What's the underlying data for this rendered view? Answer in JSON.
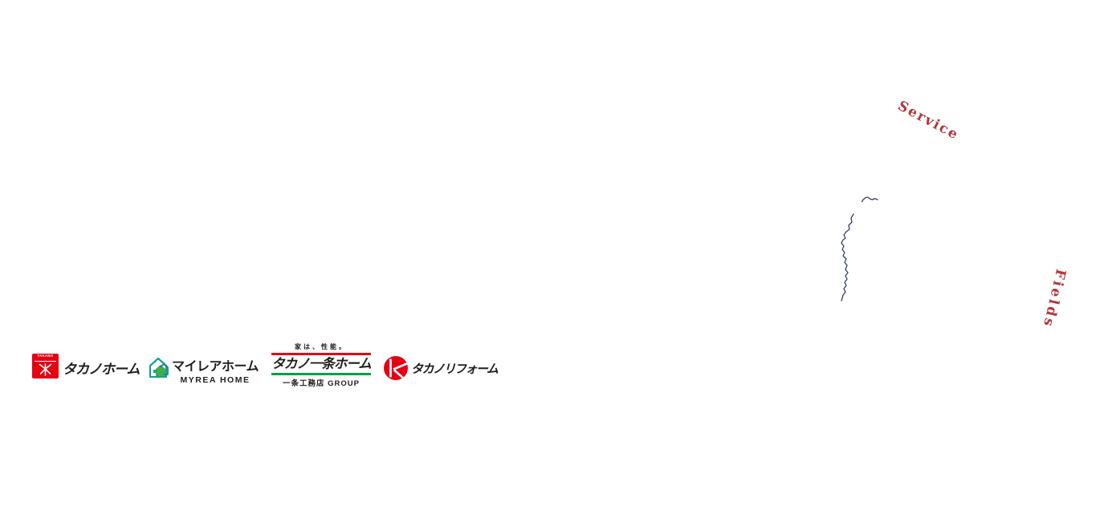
{
  "decor_labels": {
    "service": "Service",
    "fields": "Fields",
    "color": "#b0383c"
  },
  "map": {
    "line_color": "#36415c"
  },
  "logo_bar": {
    "takano_home": {
      "label": "タカノホーム",
      "badge": "TAKANO",
      "icon": "tree-mark-icon",
      "color": "#e60012"
    },
    "myrea_home": {
      "label": "マイレアホーム",
      "sublabel": "MYREA HOME",
      "icon": "layered-house-icon",
      "colors": [
        "#1aa08c",
        "#3fae49",
        "#1e7f9e"
      ]
    },
    "takano_ichijo": {
      "tagline": "家は、性能。",
      "label": "タカノ一条ホーム",
      "sublabel": "一条工務店 GROUP",
      "red": "#e60012",
      "green": "#00a33e"
    },
    "takano_reform": {
      "label": "タカノリフォーム",
      "icon": "pinwheel-circle-icon",
      "color": "#e60012"
    }
  }
}
